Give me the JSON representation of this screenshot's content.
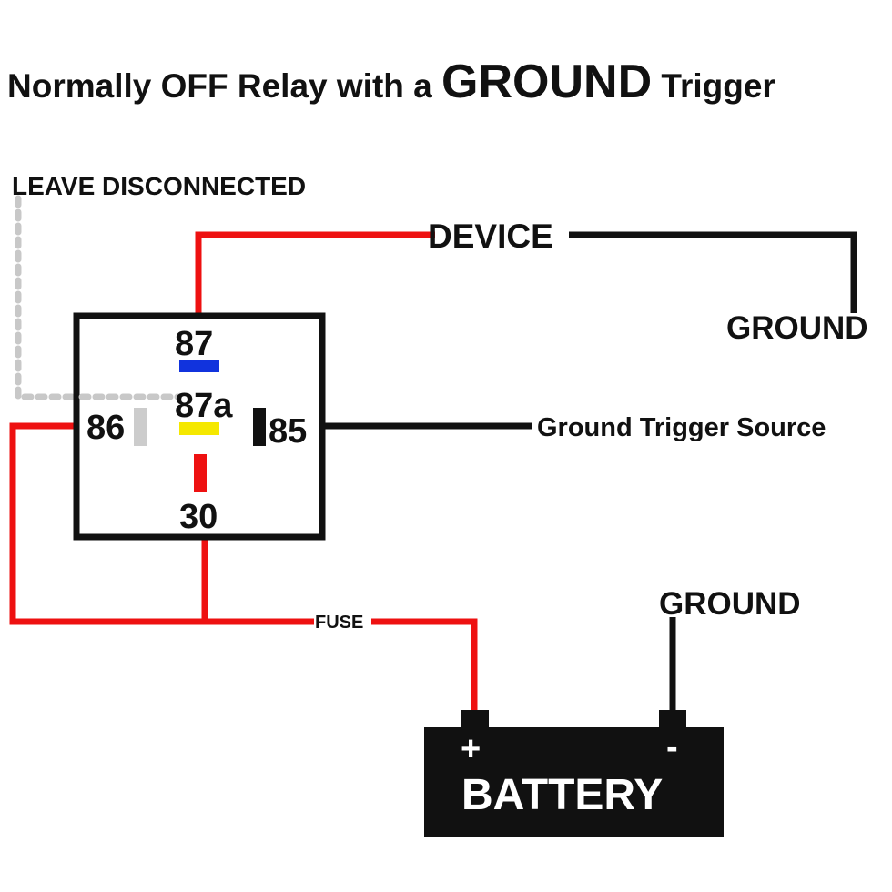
{
  "title": {
    "prefix": "Normally OFF Relay with a ",
    "emphasis": "GROUND",
    "suffix": " Trigger"
  },
  "labels": {
    "leave_disconnected": "LEAVE DISCONNECTED",
    "device": "DEVICE",
    "device_ground": "GROUND",
    "trigger_source": "Ground Trigger Source",
    "fuse": "FUSE",
    "battery_ground": "GROUND"
  },
  "relay": {
    "pin_87": "87",
    "pin_87a": "87a",
    "pin_86": "86",
    "pin_85": "85",
    "pin_30": "30"
  },
  "battery": {
    "label": "BATTERY",
    "positive": "+",
    "negative": "-"
  },
  "colors": {
    "power_wire": "#ee1111",
    "ground_wire": "#111111",
    "disconnected_wire": "#c8c8c8",
    "pin_87": "#1133dd",
    "pin_87a": "#f5e800",
    "pin_86": "#cccccc",
    "pin_85": "#111111",
    "pin_30": "#ee1111"
  }
}
